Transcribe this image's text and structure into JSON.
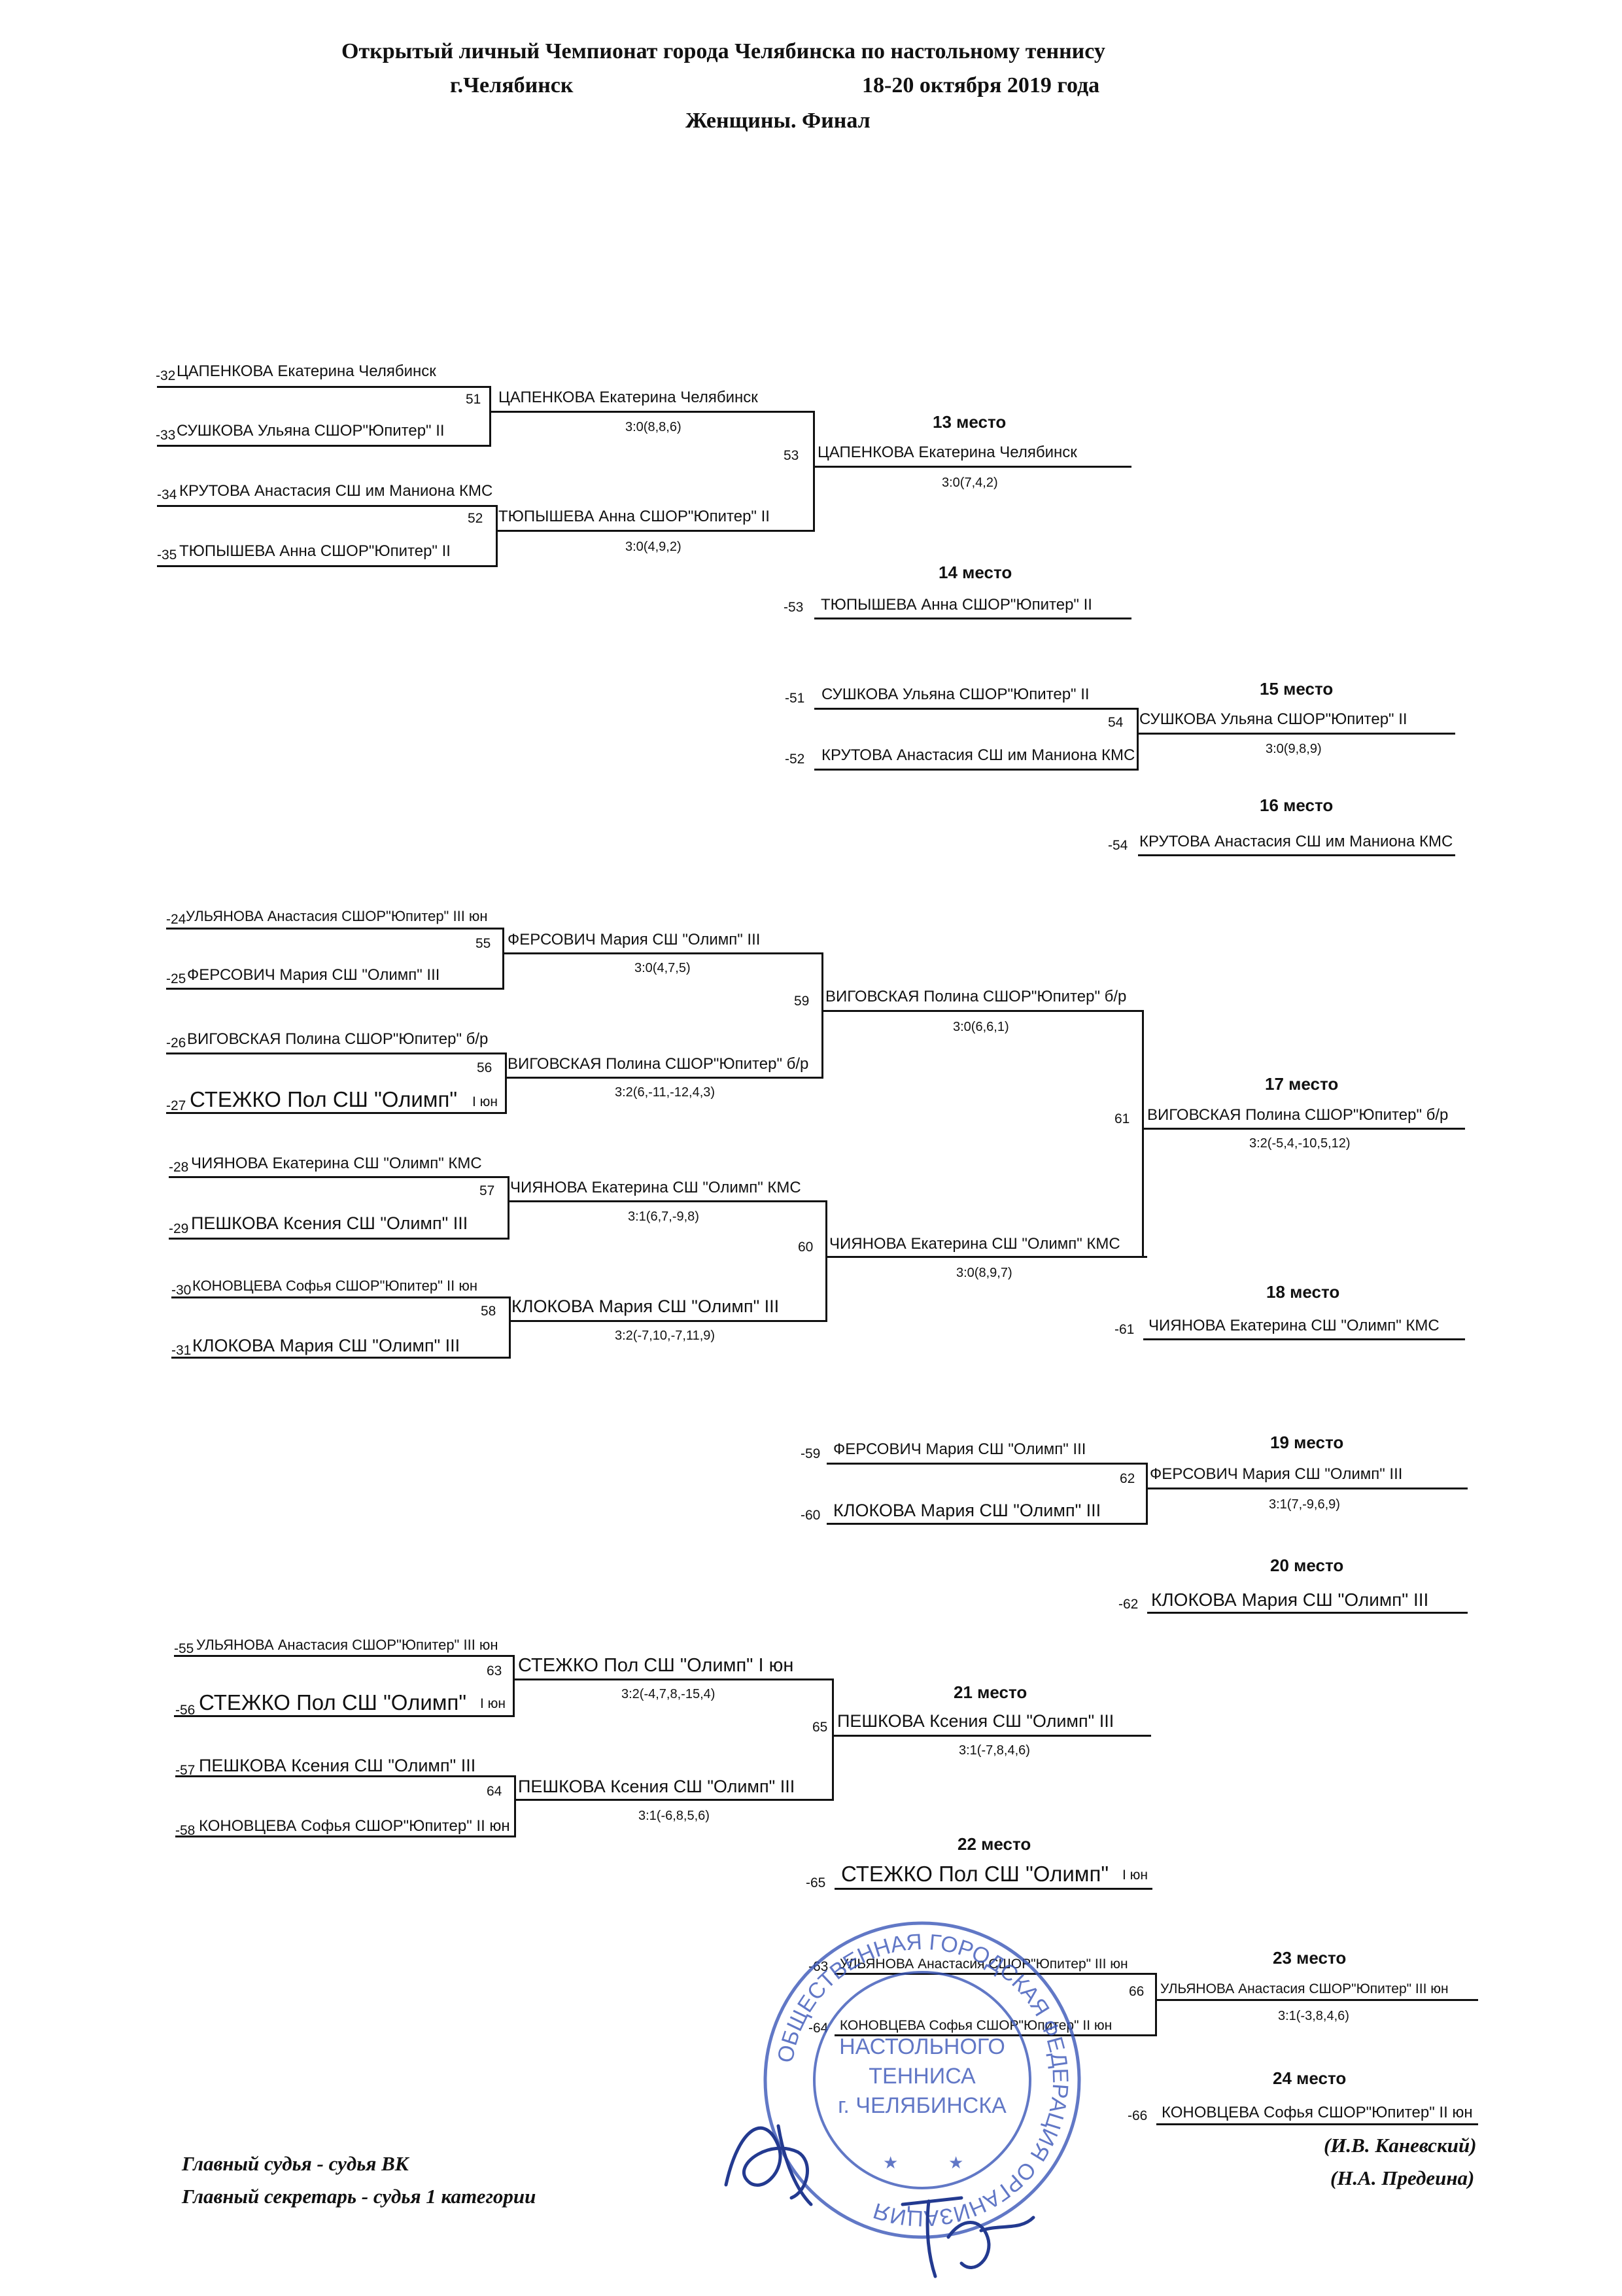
{
  "header": {
    "line1": "Открытый  личный Чемпионат  города  Челябинска  по настольному теннису",
    "city": "г.Челябинск",
    "dates": "18-20 октября 2019 года",
    "line3": "Женщины. Финал"
  },
  "brackets": {
    "b1": {
      "seeds": [
        "-32",
        "-33",
        "-34",
        "-35"
      ],
      "entrants": [
        "ЦАПЕНКОВА Екатерина  Челябинск",
        "СУШКОВА Ульяна  СШОР\"Юпитер\"   II",
        "КРУТОВА Анастасия  СШ им Маниона   КМС",
        "ТЮПЫШЕВА Анна  СШОР\"Юпитер\"    II"
      ],
      "match_nums": [
        "51",
        "52",
        "53"
      ],
      "winners": [
        "ЦАПЕНКОВА Екатерина  Челябинск",
        "ТЮПЫШЕВА Анна  СШОР\"Юпитер\"    II",
        "ЦАПЕНКОВА Екатерина  Челябинск"
      ],
      "scores": [
        "3:0(8,8,6)",
        "3:0(4,9,2)",
        "3:0(7,4,2)"
      ],
      "place_label": "13 место",
      "loser_label": "14 место",
      "loser_seed": "-53",
      "loser": "ТЮПЫШЕВА Анна  СШОР\"Юпитер\"    II"
    },
    "b2": {
      "seeds": [
        "-51",
        "-52"
      ],
      "entrants": [
        "СУШКОВА Ульяна  СШОР\"Юпитер\"  II",
        "КРУТОВА Анастасия  СШ им Маниона  КМС"
      ],
      "match_num": "54",
      "winner": "СУШКОВА Ульяна  СШОР\"Юпитер\"  II",
      "score": "3:0(9,8,9)",
      "place_label": "15 место",
      "loser_label": "16 место",
      "loser_seed": "-54",
      "loser": "КРУТОВА Анастасия  СШ им Маниона  КМС"
    },
    "b3": {
      "seeds": [
        "-24",
        "-25",
        "-26",
        "-27",
        "-28",
        "-29",
        "-30",
        "-31"
      ],
      "entrants": [
        "УЛЬЯНОВА Анастасия  СШОР\"Юпитер\"   III юн",
        "ФЕРСОВИЧ Мария  СШ \"Олимп\"    III",
        "ВИГОВСКАЯ Полина  СШОР\"Юпитер\"     б/р",
        "СТЕЖКО Пол СШ \"Олимп\"",
        "ЧИЯНОВА Екатерина  СШ \"Олимп\"    КМС",
        "ПЕШКОВА Ксения  СШ \"Олимп\"    III",
        "КОНОВЦЕВА Софья  СШОР\"Юпитер\"   II юн",
        "КЛОКОВА Мария  СШ \"Олимп\"    III"
      ],
      "stezhko_rank": "I юн",
      "match_nums": [
        "55",
        "56",
        "57",
        "58",
        "59",
        "60",
        "61"
      ],
      "winners": [
        "ФЕРСОВИЧ Мария  СШ \"Олимп\"    III",
        "ВИГОВСКАЯ Полина  СШОР\"Юпитер\"     б/р",
        "ЧИЯНОВА Екатерина  СШ \"Олимп\"   КМС",
        "КЛОКОВА Мария  СШ \"Олимп\"    III",
        "ВИГОВСКАЯ Полина  СШОР\"Юпитер\"    б/р",
        "ЧИЯНОВА Екатерина  СШ \"Олимп\"    КМС",
        "ВИГОВСКАЯ Полина  СШОР\"Юпитер\"    б/р"
      ],
      "scores": [
        "3:0(4,7,5)",
        "3:2(6,-11,-12,4,3)",
        "3:1(6,7,-9,8)",
        "3:2(-7,10,-7,11,9)",
        "3:0(6,6,1)",
        "3:0(8,9,7)",
        "3:2(-5,4,-10,5,12)"
      ],
      "place_label": "17 место",
      "loser_label": "18 место",
      "loser_seed": "-61",
      "loser": "ЧИЯНОВА Екатерина  СШ \"Олимп\"   КМС"
    },
    "b4": {
      "seeds": [
        "-59",
        "-60"
      ],
      "entrants": [
        "ФЕРСОВИЧ Мария  СШ \"Олимп\"    III",
        "КЛОКОВА Мария  СШ \"Олимп\"    III"
      ],
      "match_num": "62",
      "winner": "ФЕРСОВИЧ Мария  СШ \"Олимп\"    III",
      "score": "3:1(7,-9,6,9)",
      "place_label": "19 место",
      "loser_label": "20 место",
      "loser_seed": "-62",
      "loser": "КЛОКОВА Мария  СШ \"Олимп\"    III"
    },
    "b5": {
      "seeds": [
        "-55",
        "-56",
        "-57",
        "-58"
      ],
      "entrants": [
        "УЛЬЯНОВА Анастасия  СШОР\"Юпитер\"   III юн",
        "СТЕЖКО Пол СШ \"Олимп\"",
        "ПЕШКОВА Ксения  СШ \"Олимп\"   III",
        "КОНОВЦЕВА Софья  СШОР\"Юпитер\"  II юн"
      ],
      "stezhko_rank": "I юн",
      "match_nums": [
        "63",
        "64",
        "65"
      ],
      "winners": [
        "СТЕЖКО Пол СШ \"Олимп\"  I юн",
        "ПЕШКОВА Ксения  СШ \"Олимп\"   III",
        "ПЕШКОВА Ксения  СШ \"Олимп\"    III"
      ],
      "scores": [
        "3:2(-4,7,8,-15,4)",
        "3:1(-6,8,5,6)",
        "3:1(-7,8,4,6)"
      ],
      "place_label": "21 место",
      "loser_label": "22 место",
      "loser_seed": "-65",
      "loser": "СТЕЖКО Пол СШ \"Олимп\"",
      "loser_rank": "I юн"
    },
    "b6": {
      "seeds": [
        "-63",
        "-64"
      ],
      "entrants": [
        "УЛЬЯНОВА Анастасия  СШОР\"Юпитер\"   III юн",
        "КОНОВЦЕВА Софья  СШОР\"Юпитер\"   II юн"
      ],
      "match_num": "66",
      "winner": "УЛЬЯНОВА Анастасия  СШОР\"Юпитер\"   III юн",
      "score": "3:1(-3,8,4,6)",
      "place_label": "23 место",
      "loser_label": "24 место",
      "loser_seed": "-66",
      "loser": "КОНОВЦЕВА Софья  СШОР\"Юпитер\"  II юн"
    }
  },
  "footer": {
    "judge_title": "Главный судья - судья ВК",
    "judge_name": "(И.В. Каневский)",
    "secretary_title": "Главный секретарь - судья 1 категории",
    "secretary_name": "(Н.А. Предеина)"
  },
  "stamp": {
    "ring_text": "ОБЩЕСТВЕННАЯ ГОРОДСКАЯ ФЕДЕРАЦИЯ ОРГАНИЗАЦИЯ",
    "center_lines": [
      "НАСТОЛЬНОГО",
      "ТЕННИСА",
      "г. ЧЕЛЯБИНСКА"
    ],
    "color": "#3a56b8"
  },
  "colors": {
    "ink": "#111111",
    "stamp": "#3a56b8"
  }
}
